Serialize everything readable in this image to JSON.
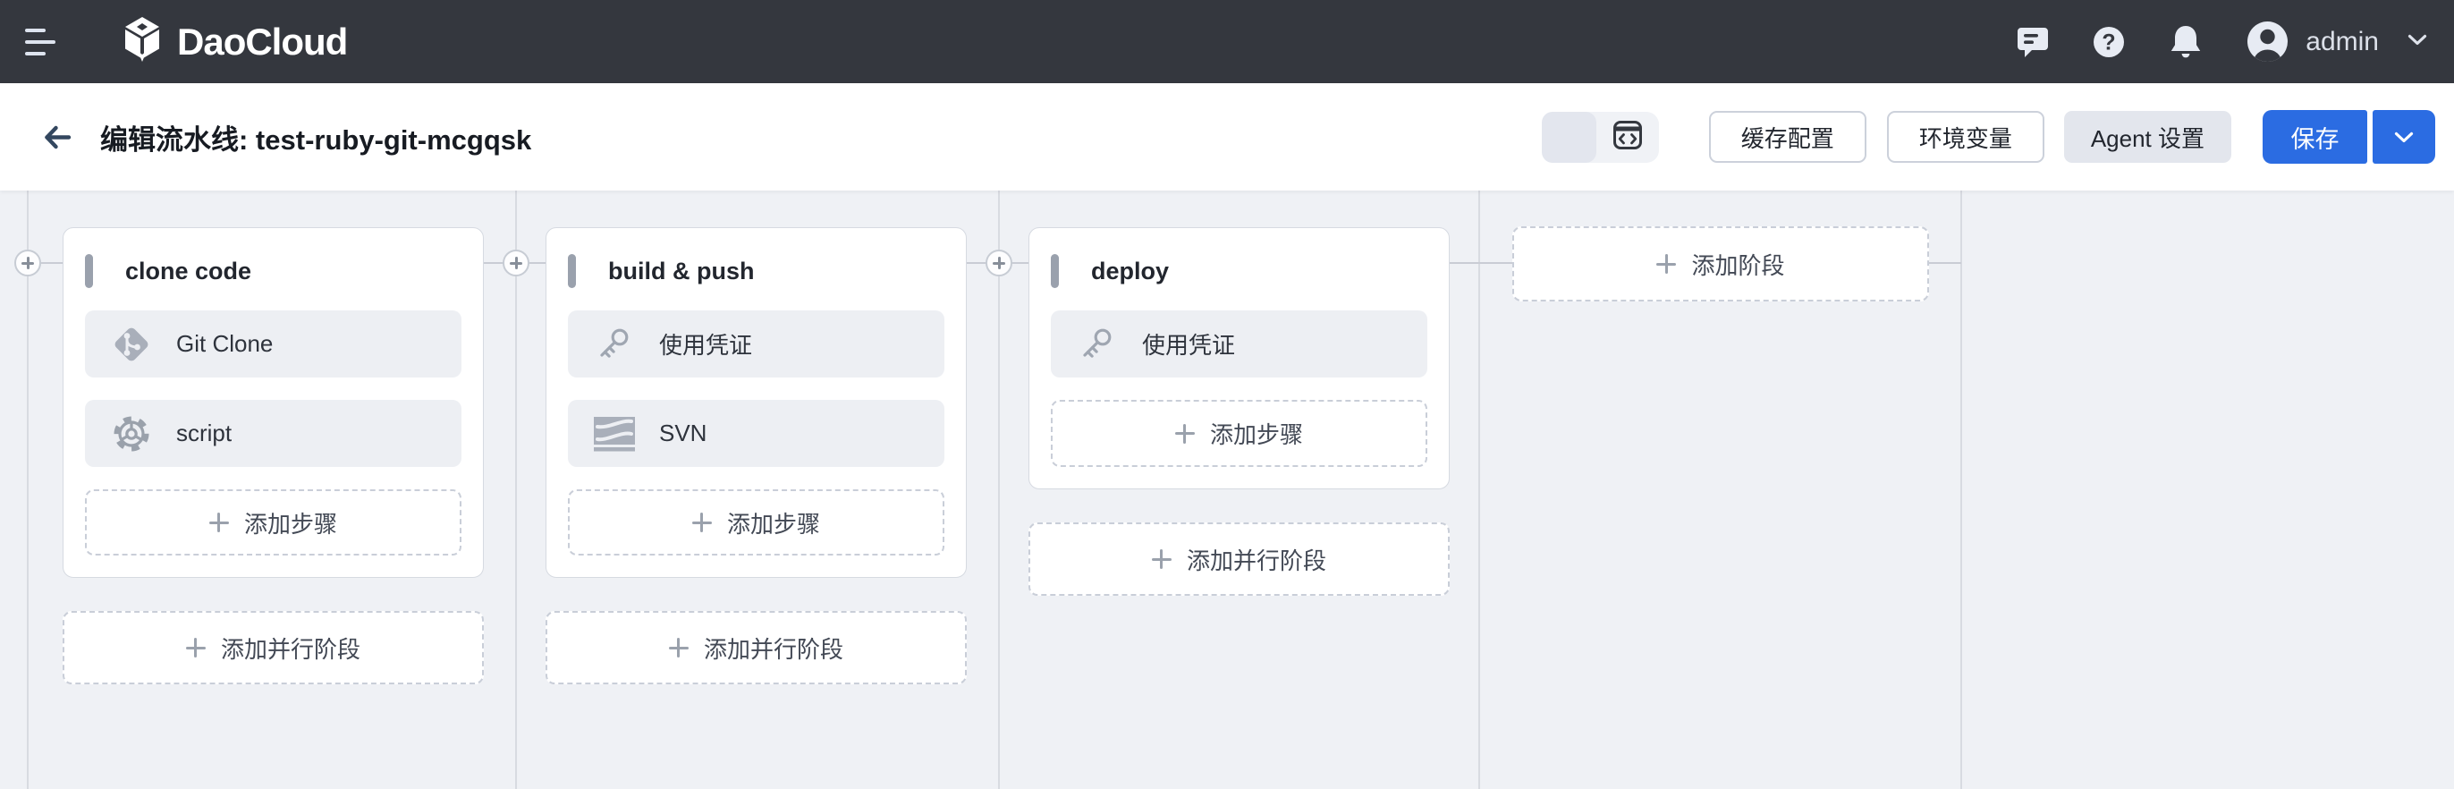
{
  "topbar": {
    "logo_text": "DaoCloud",
    "user_name": "admin",
    "icons": [
      "menu-icon",
      "message-icon",
      "help-icon",
      "bell-icon",
      "avatar-icon",
      "chevron-down-icon"
    ]
  },
  "header": {
    "title": "编辑流水线: test-ruby-git-mcgqsk",
    "cache_button": "缓存配置",
    "env_button": "环境变量",
    "agent_button": "Agent 设置",
    "save_button": "保存",
    "view_toggle_icon": "code-view-icon"
  },
  "canvas": {
    "stages": [
      {
        "name": "clone code",
        "steps": [
          {
            "icon": "git-clone-icon",
            "label": "Git Clone"
          },
          {
            "icon": "script-gear-icon",
            "label": "script"
          }
        ],
        "add_step": "添加步骤",
        "add_parallel": "添加并行阶段"
      },
      {
        "name": "build & push",
        "steps": [
          {
            "icon": "credential-key-icon",
            "label": "使用凭证"
          },
          {
            "icon": "svn-icon",
            "label": "SVN"
          }
        ],
        "add_step": "添加步骤",
        "add_parallel": "添加并行阶段"
      },
      {
        "name": "deploy",
        "steps": [
          {
            "icon": "credential-key-icon",
            "label": "使用凭证"
          }
        ],
        "add_step": "添加步骤",
        "add_parallel": "添加并行阶段"
      }
    ],
    "add_stage": "添加阶段"
  },
  "colors": {
    "topbar_bg": "#34373e",
    "canvas_bg": "#eff1f5",
    "accent_blue": "#2b6ce2",
    "card_bg": "#ffffff",
    "step_bg": "#edeff3",
    "divider": "#d8dbe1"
  }
}
